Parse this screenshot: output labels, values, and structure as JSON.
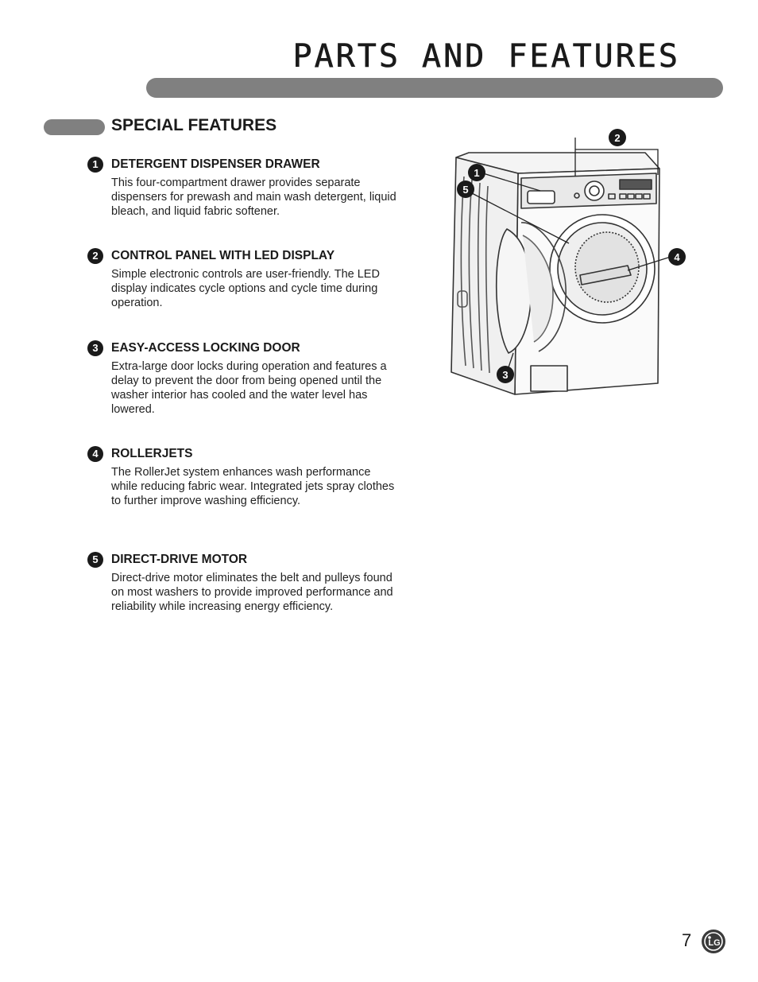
{
  "header": {
    "title": "PARTS AND FEATURES"
  },
  "section": {
    "title": "SPECIAL FEATURES"
  },
  "features": [
    {
      "num": "1",
      "title": "DETERGENT DISPENSER DRAWER",
      "text": "This four-compartment drawer provides separate dispensers for prewash and main wash detergent, liquid bleach, and liquid fabric softener."
    },
    {
      "num": "2",
      "title": "CONTROL PANEL WITH LED DISPLAY",
      "text": "Simple electronic controls are user-friendly. The LED display indicates cycle options and cycle time during operation."
    },
    {
      "num": "3",
      "title": "EASY-ACCESS LOCKING DOOR",
      "text": "Extra-large door locks during operation and features a delay to prevent the door from being opened until the washer interior has cooled and the water level has lowered."
    },
    {
      "num": "4",
      "title": "ROLLERJETS",
      "text": "The RollerJet system enhances wash performance while reducing fabric wear. Integrated jets spray clothes to further improve washing efficiency."
    },
    {
      "num": "5",
      "title": "DIRECT-DRIVE MOTOR",
      "text": "Direct-drive motor eliminates the belt and pulleys found on most washers to provide improved performance and reliability while increasing energy efficiency."
    }
  ],
  "illustration": {
    "callouts": [
      "1",
      "2",
      "3",
      "4",
      "5"
    ],
    "logo_text": "LG"
  },
  "footer": {
    "page_number": "7"
  }
}
